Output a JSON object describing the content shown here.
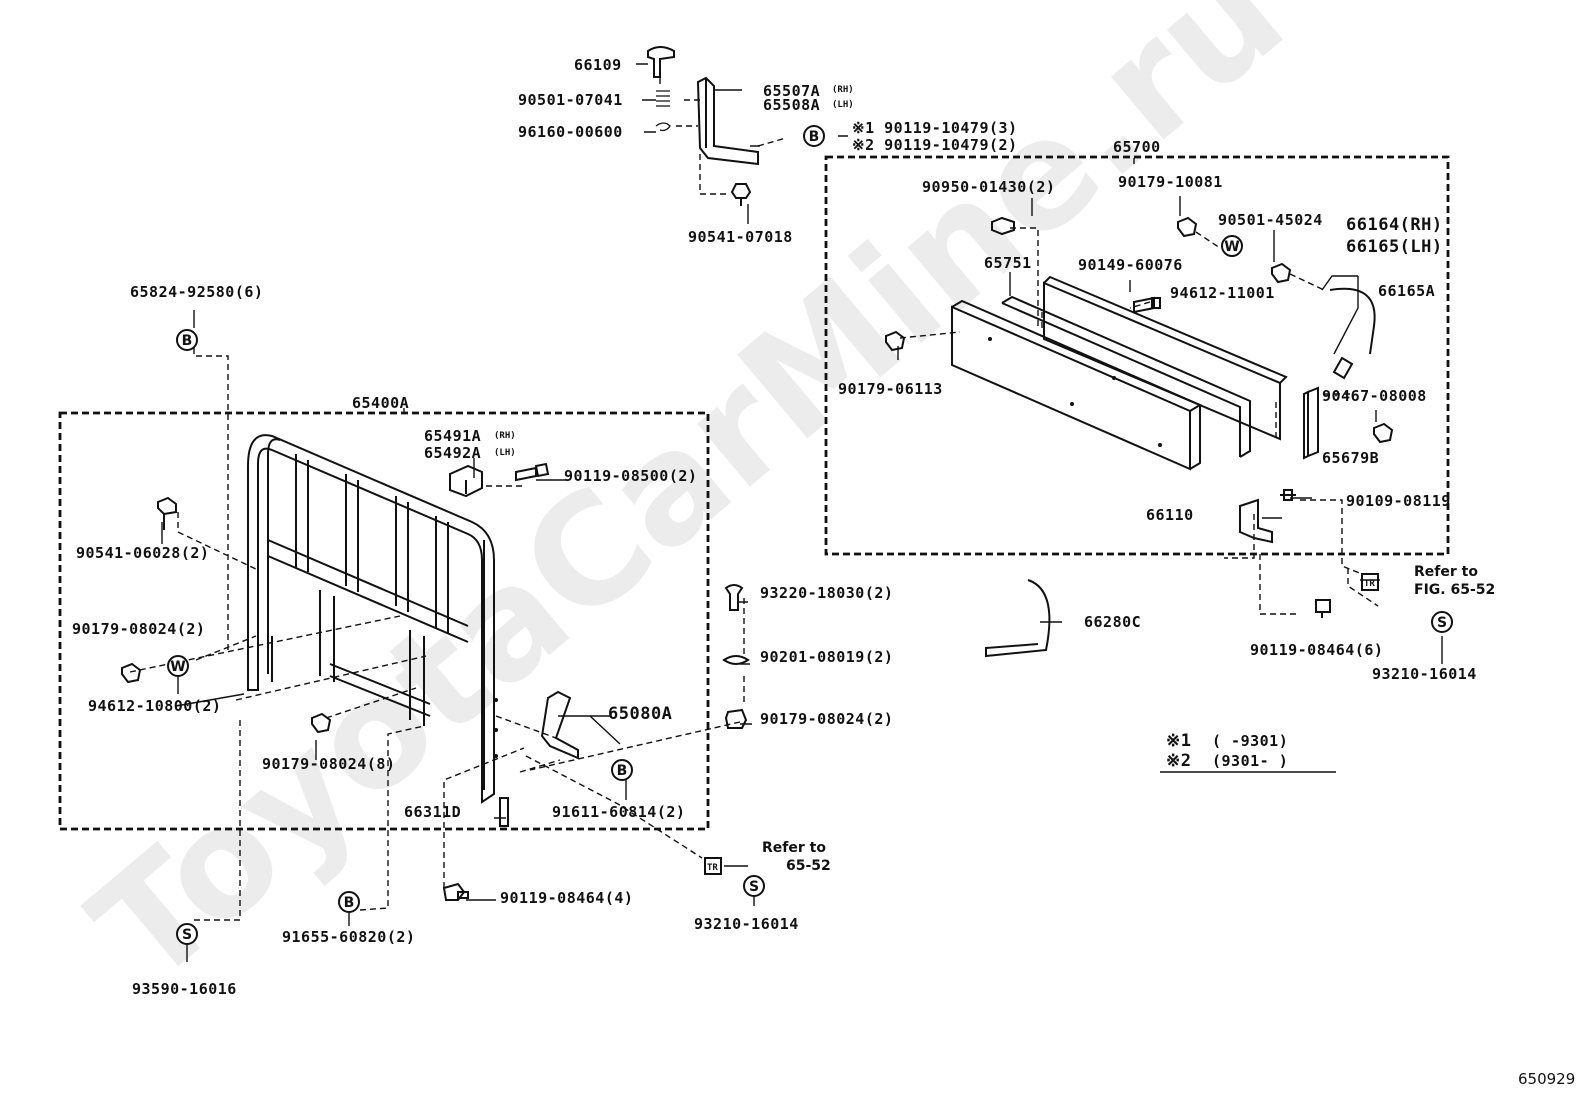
{
  "watermark": "ToyotaCarMine.ru",
  "figure_id": "650929",
  "callouts": {
    "p66109": "66109",
    "p65507a": "65507A",
    "p65507a_side": "(RH)",
    "p65508a": "65508A",
    "p65508a_side": "(LH)",
    "p90501_07041": "90501-07041",
    "p96160_00600": "96160-00600",
    "p90119_10479_1": "※1 90119-10479(3)",
    "p90119_10479_2": "※2 90119-10479(2)",
    "p90541_07018": "90541-07018",
    "p65700": "65700",
    "p90950_01430": "90950-01430(2)",
    "p90179_10081": "90179-10081",
    "p90501_45024": "90501-45024",
    "p66164": "66164(RH)",
    "p66165": "66165(LH)",
    "p65751": "65751",
    "p90149_60076": "90149-60076",
    "p94612_11001": "94612-11001",
    "p66165a": "66165A",
    "p90179_06113": "90179-06113",
    "p90467_08008": "90467-08008",
    "p65679b": "65679B",
    "p66110": "66110",
    "p90109_08119": "90109-08119",
    "p66280c": "66280C",
    "p65824_92580": "65824-92580(6)",
    "p65400a": "65400A",
    "p65491a": "65491A",
    "p65491a_side": "(RH)",
    "p65492a": "65492A",
    "p65492a_side": "(LH)",
    "p90119_08500": "90119-08500(2)",
    "p90541_06028": "90541-06028(2)",
    "p90179_08024_2a": "90179-08024(2)",
    "p94612_10800": "94612-10800(2)",
    "p90179_08024_8": "90179-08024(8)",
    "p93220_18030": "93220-18030(2)",
    "p90201_08019": "90201-08019(2)",
    "p90179_08024_2b": "90179-08024(2)",
    "p65080a": "65080A",
    "p66311d": "66311D",
    "p91611_60814": "91611-60814(2)",
    "p90119_08464_4": "90119-08464(4)",
    "p91655_60820": "91655-60820(2)",
    "p93590_16016": "93590-16016",
    "p93210_16014_a": "93210-16014",
    "p93210_16014_b": "93210-16014",
    "p90119_08464_6": "90119-08464(6)",
    "refer_a_1": "Refer to",
    "refer_a_2": "65-52",
    "refer_b_1": "Refer to",
    "refer_b_2": "FIG. 65-52"
  },
  "markers": {
    "bolt": "B",
    "washer": "W",
    "screw": "S",
    "tag": "TR"
  },
  "legend": {
    "row1_mark": "※1",
    "row1_range": "(       -9301)",
    "row2_mark": "※2",
    "row2_range": "(9301-       )"
  }
}
